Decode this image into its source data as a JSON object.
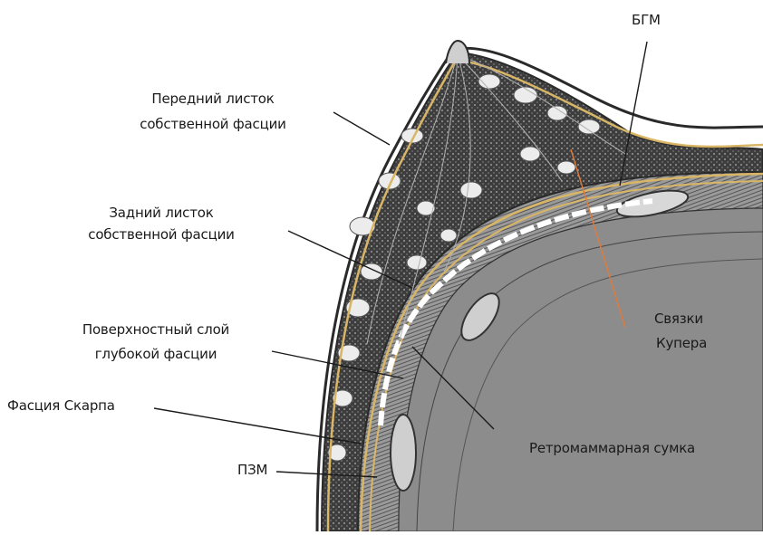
{
  "labels": {
    "bgm": "БГМ",
    "anterior_fascia_l1": "Передний листок",
    "anterior_fascia_l2": "собственной фасции",
    "posterior_fascia_l1": "Задний листок",
    "posterior_fascia_l2": "собственной фасции",
    "superficial_layer_l1": "Поверхностный слой",
    "superficial_layer_l2": "глубокой фасции",
    "scarpa_fascia": "Фасция Скарпа",
    "pzm": "ПЗМ",
    "cooper_l1": "Связки",
    "cooper_l2": "Купера",
    "retromammary_bursa": "Ретромаммарная сумка"
  },
  "colors": {
    "fascia_yellow": "#d9b566",
    "cooper_line": "#e07a3a",
    "leader_line": "#1a1a1a",
    "tissue_dark": "#4a4a4a",
    "fat_lobule": "#e8e8e8"
  }
}
